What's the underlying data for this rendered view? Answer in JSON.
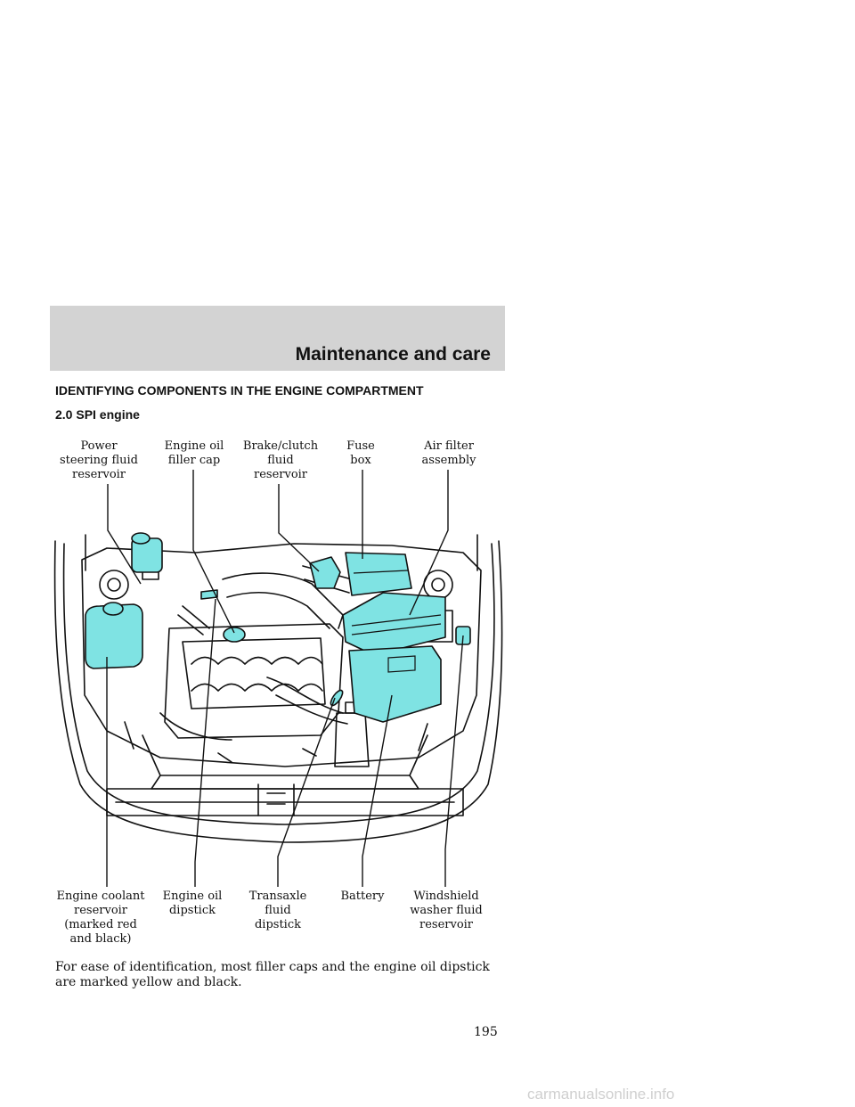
{
  "header": {
    "section_title": "Maintenance and care"
  },
  "heading": "IDENTIFYING COMPONENTS IN THE ENGINE COMPARTMENT",
  "subheading": "2.0 SPI engine",
  "labels_top": [
    "Power\nsteering fluid\nreservoir",
    "Engine oil\nfiller cap",
    "Brake/clutch\nfluid\nreservoir",
    "Fuse\nbox",
    "Air filter\nassembly"
  ],
  "labels_bottom": [
    "Engine coolant\nreservoir\n(marked red\nand black)",
    "Engine oil\ndipstick",
    "Transaxle\nfluid\ndipstick",
    "Battery",
    "Windshield\nwasher fluid\nreservoir"
  ],
  "caption": "For ease of identification, most filler caps and the engine oil dipstick are marked yellow and black.",
  "page_number": "195",
  "watermark": "carmanualsonline.info",
  "colors": {
    "highlight": "#7fe3e3",
    "header_band": "#d3d3d3",
    "line": "#111111"
  }
}
